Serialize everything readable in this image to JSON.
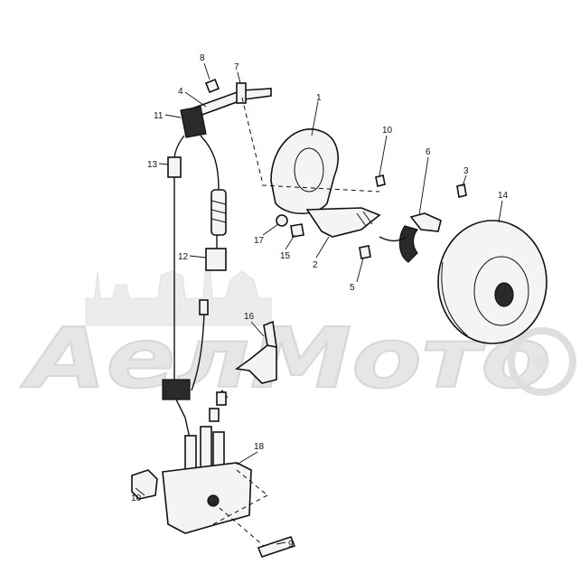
{
  "watermark": {
    "text": "AeлМото"
  },
  "callouts": [
    {
      "id": "c1",
      "label": "1"
    },
    {
      "id": "c2",
      "label": "2"
    },
    {
      "id": "c3",
      "label": "3"
    },
    {
      "id": "c4",
      "label": "4"
    },
    {
      "id": "c5",
      "label": "5"
    },
    {
      "id": "c6",
      "label": "6"
    },
    {
      "id": "c7",
      "label": "7"
    },
    {
      "id": "c8",
      "label": "8"
    },
    {
      "id": "c9",
      "label": "9"
    },
    {
      "id": "c10a",
      "label": "10"
    },
    {
      "id": "c10b",
      "label": "10"
    },
    {
      "id": "c11",
      "label": "11"
    },
    {
      "id": "c12",
      "label": "12"
    },
    {
      "id": "c13",
      "label": "13"
    },
    {
      "id": "c14",
      "label": "14"
    },
    {
      "id": "c15",
      "label": "15"
    },
    {
      "id": "c16",
      "label": "16"
    },
    {
      "id": "c17",
      "label": "17"
    },
    {
      "id": "c18",
      "label": "18"
    }
  ]
}
